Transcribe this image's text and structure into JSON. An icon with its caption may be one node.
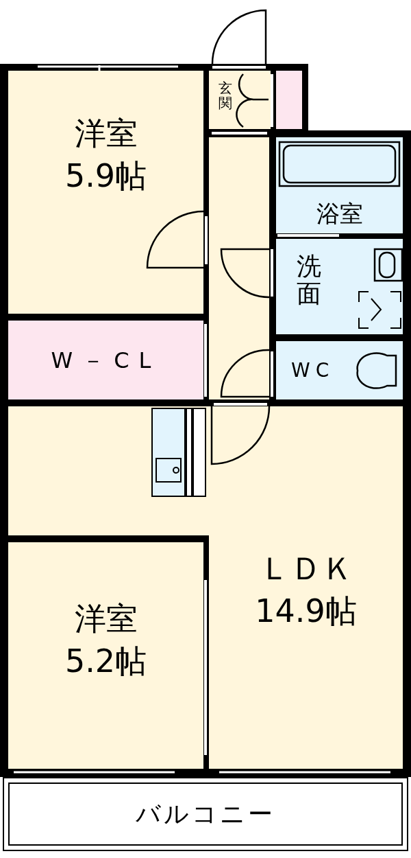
{
  "diagram": {
    "nodes": [
      {
        "text": [
          "洋室",
          "5.9帖"
        ]
      },
      {
        "text": [
          "玄関"
        ]
      },
      {
        "text": [],
        "shape": "box"
      },
      {
        "text": [
          "浴室"
        ]
      },
      {
        "text": [
          "洗面"
        ]
      },
      {
        "text": [
          "W－CL"
        ]
      },
      {
        "text": [
          "WC"
        ]
      },
      {
        "text": [
          "ＬＤＫ",
          "14.9帖"
        ]
      },
      {
        "text": [
          "洋室",
          "5.2帖"
        ]
      },
      {
        "text": [
          "バルコニー"
        ]
      }
    ]
  }
}
